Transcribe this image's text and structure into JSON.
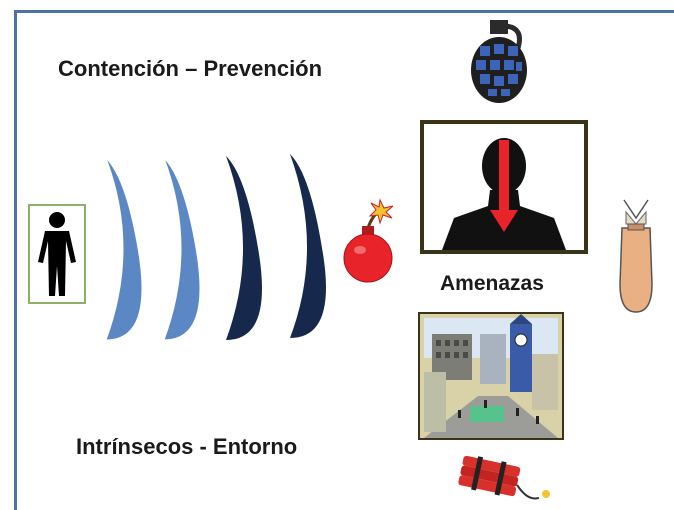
{
  "labels": {
    "containment_prevention": "Contención – Prevención",
    "intrinsic_environment": "Intrínsecos - Entorno",
    "threats": "Amenazas"
  },
  "colors": {
    "frame": "#4f6fa8",
    "shield_light": "#5b87c4",
    "shield_dark": "#16294d",
    "bomb": "#e8242a",
    "arrow": "#e8242a",
    "person_box_border": "#8fb06a",
    "picture_frame": "#3b3318",
    "projectile": "#e8b083"
  },
  "icons": [
    "person-icon",
    "grenade-icon",
    "target-silhouette-icon",
    "bomb-icon",
    "projectile-icon",
    "city-scene-icon",
    "dynamite-icon"
  ]
}
